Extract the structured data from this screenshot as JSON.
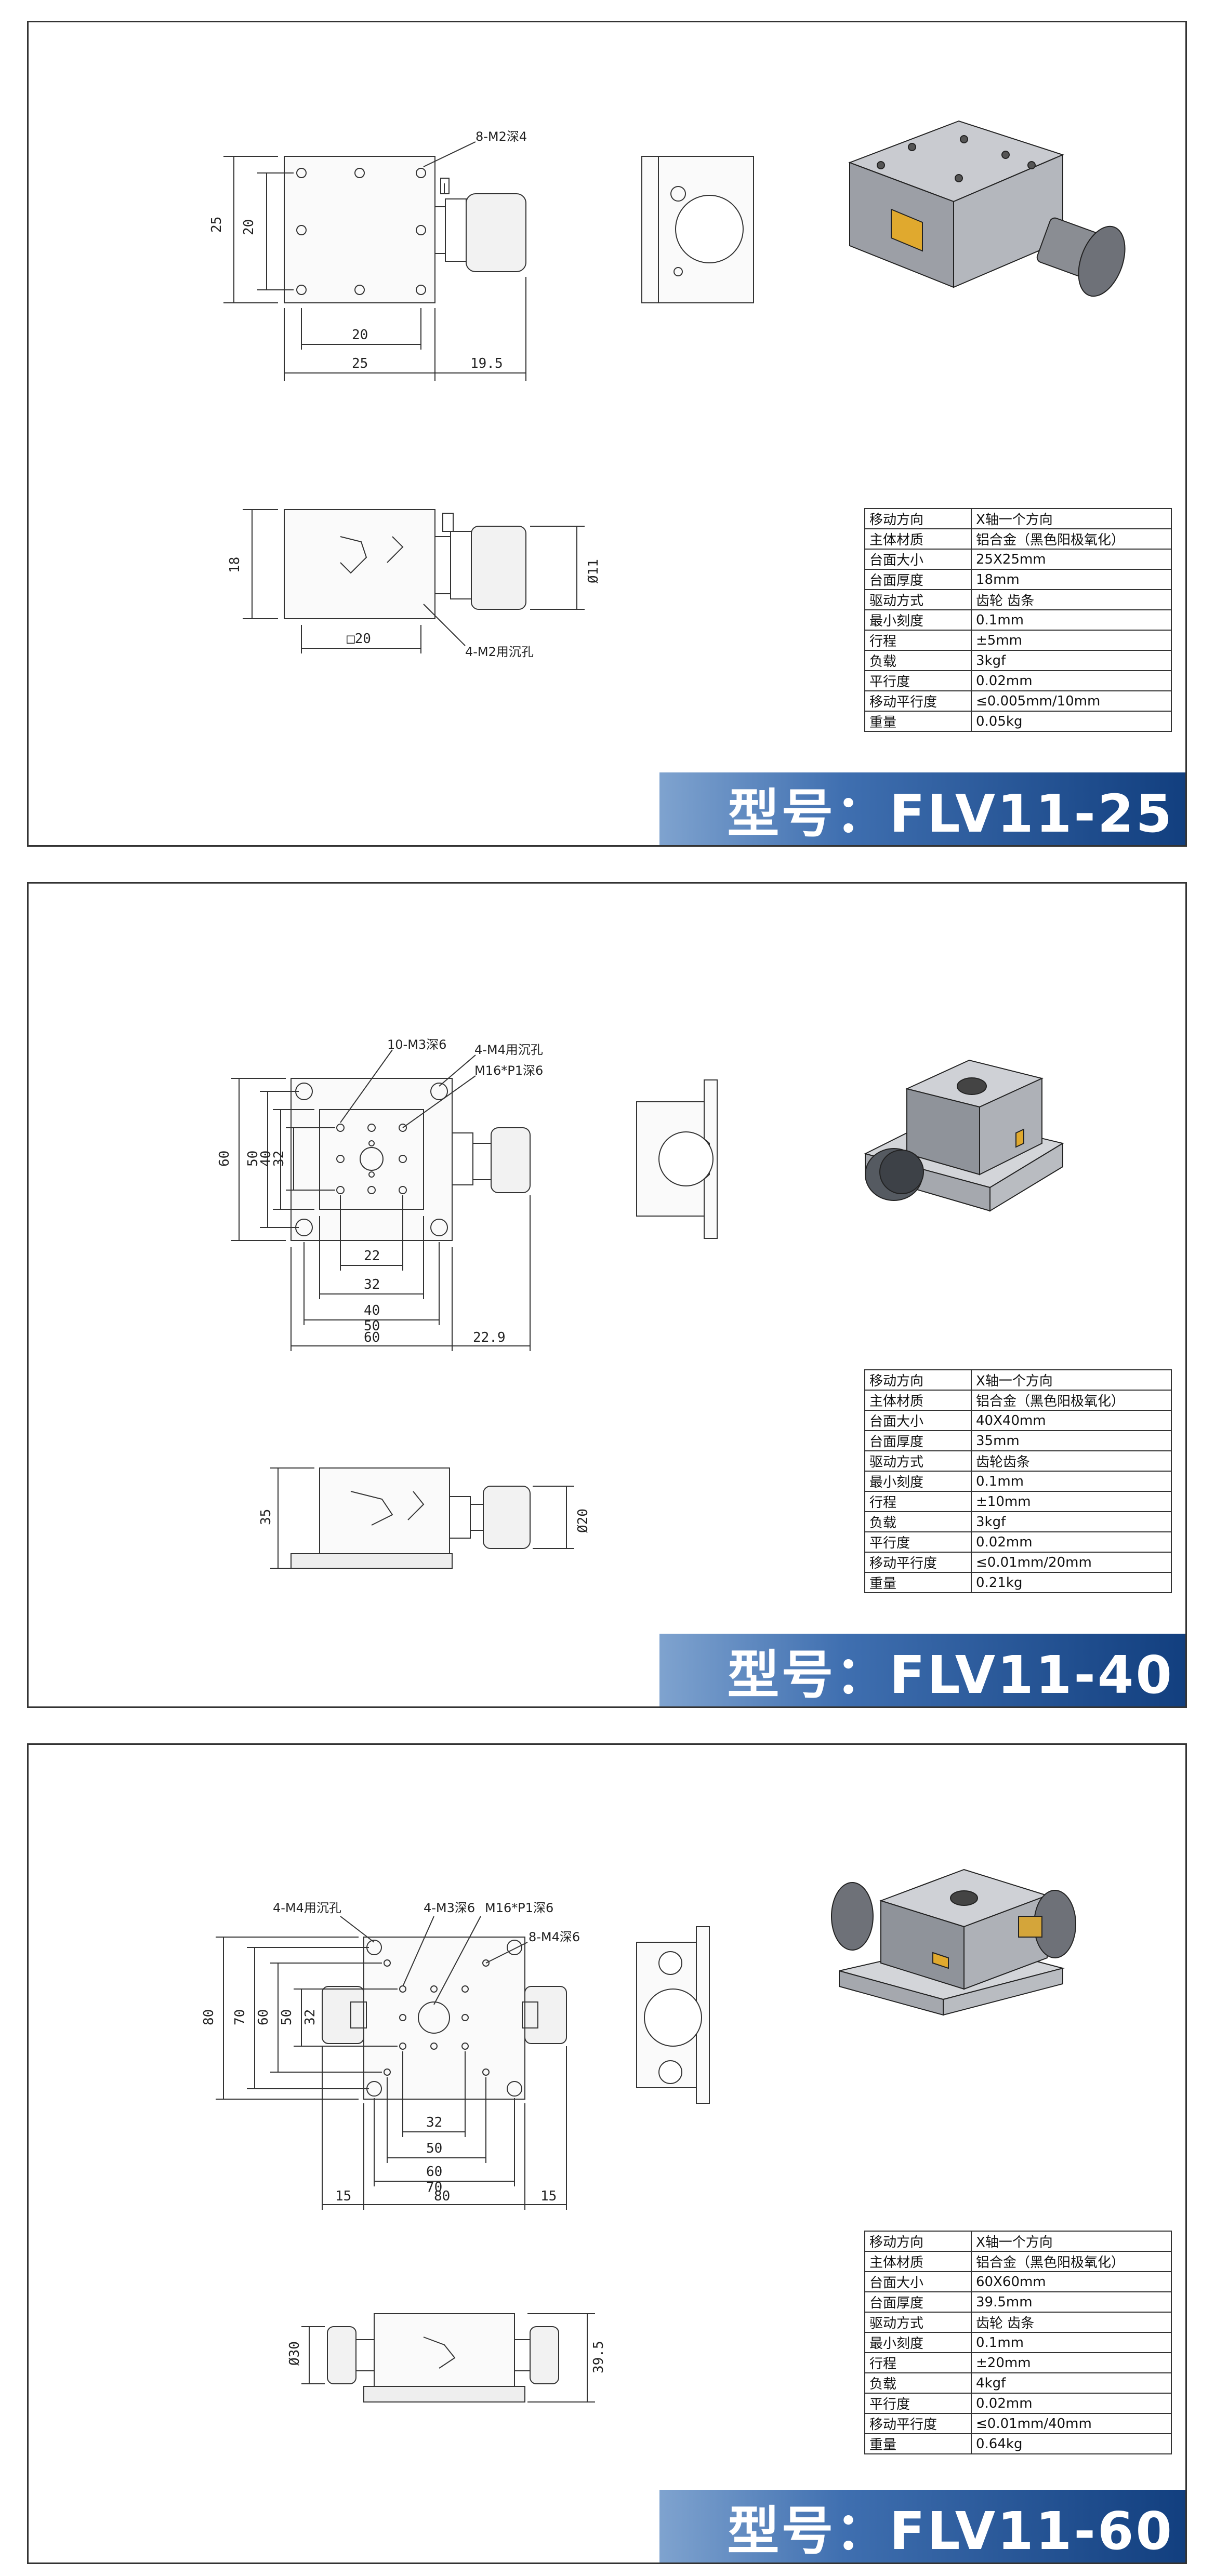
{
  "products": [
    {
      "model_title": "型号：FLV11-25",
      "notes": {
        "top_hole": "8-M2深4",
        "side_hole": "4-M2用沉孔"
      },
      "dims": {
        "h25": "25",
        "h20": "20",
        "w20": "20",
        "w25": "25",
        "w19_5": "19.5",
        "h18": "18",
        "dia": "Ø11",
        "sq20": "□20"
      },
      "specs": [
        {
          "k": "移动方向",
          "v": "X轴一个方向"
        },
        {
          "k": "主体材质",
          "v": "铝合金（黑色阳极氧化）"
        },
        {
          "k": "台面大小",
          "v": "25X25mm"
        },
        {
          "k": "台面厚度",
          "v": "18mm"
        },
        {
          "k": "驱动方式",
          "v": "齿轮 齿条"
        },
        {
          "k": "最小刻度",
          "v": "0.1mm"
        },
        {
          "k": "行程",
          "v": "±5mm"
        },
        {
          "k": "负载",
          "v": "3kgf"
        },
        {
          "k": "平行度",
          "v": "0.02mm"
        },
        {
          "k": "移动平行度",
          "v": "≤0.005mm/10mm"
        },
        {
          "k": "重量",
          "v": "0.05kg"
        }
      ]
    },
    {
      "model_title": "型号：FLV11-40",
      "notes": {
        "a": "10-M3深6",
        "b": "4-M4用沉孔",
        "c": "M16*P1深6"
      },
      "dims": {
        "h60": "60",
        "h50": "50",
        "h40": "40",
        "h32": "32",
        "w22": "22",
        "w32": "32",
        "w40": "40",
        "w50": "50",
        "w60": "60",
        "w22_9": "22.9",
        "h35": "35",
        "dia": "Ø20"
      },
      "specs": [
        {
          "k": "移动方向",
          "v": "X轴一个方向"
        },
        {
          "k": "主体材质",
          "v": "铝合金（黑色阳极氧化）"
        },
        {
          "k": "台面大小",
          "v": "40X40mm"
        },
        {
          "k": "台面厚度",
          "v": "35mm"
        },
        {
          "k": "驱动方式",
          "v": "齿轮齿条"
        },
        {
          "k": "最小刻度",
          "v": "0.1mm"
        },
        {
          "k": "行程",
          "v": "±10mm"
        },
        {
          "k": "负载",
          "v": "3kgf"
        },
        {
          "k": "平行度",
          "v": "0.02mm"
        },
        {
          "k": "移动平行度",
          "v": "≤0.01mm/20mm"
        },
        {
          "k": "重量",
          "v": "0.21kg"
        }
      ]
    },
    {
      "model_title": "型号：FLV11-60",
      "notes": {
        "a": "4-M4用沉孔",
        "b": "4-M3深6",
        "c": "M16*P1深6",
        "d": "8-M4深6"
      },
      "dims": {
        "h80": "80",
        "h70": "70",
        "h60": "60",
        "h50": "50",
        "h32": "32",
        "w32": "32",
        "w50": "50",
        "w60": "60",
        "w70": "70",
        "w15a": "15",
        "w80": "80",
        "w15b": "15",
        "dia": "Ø30",
        "h39_5": "39.5"
      },
      "specs": [
        {
          "k": "移动方向",
          "v": "X轴一个方向"
        },
        {
          "k": "主体材质",
          "v": "铝合金（黑色阳极氧化）"
        },
        {
          "k": "台面大小",
          "v": "60X60mm"
        },
        {
          "k": "台面厚度",
          "v": "39.5mm"
        },
        {
          "k": "驱动方式",
          "v": "齿轮 齿条"
        },
        {
          "k": "最小刻度",
          "v": "0.1mm"
        },
        {
          "k": "行程",
          "v": "±20mm"
        },
        {
          "k": "负载",
          "v": "4kgf"
        },
        {
          "k": "平行度",
          "v": "0.02mm"
        },
        {
          "k": "移动平行度",
          "v": "≤0.01mm/40mm"
        },
        {
          "k": "重量",
          "v": "0.64kg"
        }
      ]
    }
  ]
}
